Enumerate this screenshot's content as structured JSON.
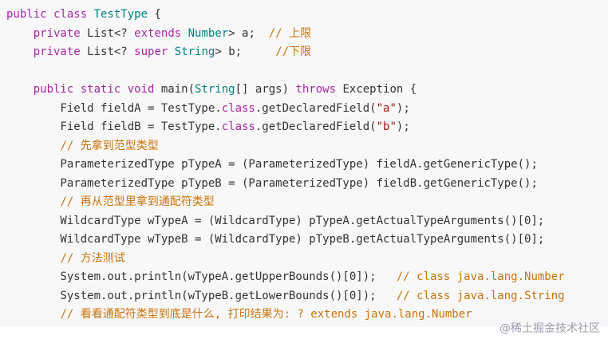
{
  "code_lines": [
    [
      {
        "t": "public class ",
        "c": "kw"
      },
      {
        "t": "TestType",
        "c": "ty"
      },
      {
        "t": " {",
        "c": ""
      }
    ],
    [
      {
        "t": "    ",
        "c": ""
      },
      {
        "t": "private",
        "c": "kw"
      },
      {
        "t": " List<? ",
        "c": ""
      },
      {
        "t": "extends",
        "c": "kw"
      },
      {
        "t": " ",
        "c": ""
      },
      {
        "t": "Number",
        "c": "ty"
      },
      {
        "t": "> a;  ",
        "c": ""
      },
      {
        "t": "// 上限",
        "c": "cm"
      }
    ],
    [
      {
        "t": "    ",
        "c": ""
      },
      {
        "t": "private",
        "c": "kw"
      },
      {
        "t": " List<? ",
        "c": ""
      },
      {
        "t": "super",
        "c": "kw"
      },
      {
        "t": " ",
        "c": ""
      },
      {
        "t": "String",
        "c": "ty"
      },
      {
        "t": "> b;     ",
        "c": ""
      },
      {
        "t": "//下限",
        "c": "cm"
      }
    ],
    [],
    [
      {
        "t": "    ",
        "c": ""
      },
      {
        "t": "public static void",
        "c": "kw"
      },
      {
        "t": " main(",
        "c": ""
      },
      {
        "t": "String",
        "c": "ty"
      },
      {
        "t": "[] args) ",
        "c": ""
      },
      {
        "t": "throws",
        "c": "kw"
      },
      {
        "t": " Exception {",
        "c": ""
      }
    ],
    [
      {
        "t": "        Field fieldA = TestType.",
        "c": ""
      },
      {
        "t": "class",
        "c": "kw"
      },
      {
        "t": ".getDeclaredField(",
        "c": ""
      },
      {
        "t": "\"a\"",
        "c": "st"
      },
      {
        "t": ");",
        "c": ""
      }
    ],
    [
      {
        "t": "        Field fieldB = TestType.",
        "c": ""
      },
      {
        "t": "class",
        "c": "kw"
      },
      {
        "t": ".getDeclaredField(",
        "c": ""
      },
      {
        "t": "\"b\"",
        "c": "st"
      },
      {
        "t": ");",
        "c": ""
      }
    ],
    [
      {
        "t": "        ",
        "c": ""
      },
      {
        "t": "// 先拿到范型类型",
        "c": "cm"
      }
    ],
    [
      {
        "t": "        ParameterizedType pTypeA = (ParameterizedType) fieldA.getGenericType();",
        "c": ""
      }
    ],
    [
      {
        "t": "        ParameterizedType pTypeB = (ParameterizedType) fieldB.getGenericType();",
        "c": ""
      }
    ],
    [
      {
        "t": "        ",
        "c": ""
      },
      {
        "t": "// 再从范型里拿到通配符类型",
        "c": "cm"
      }
    ],
    [
      {
        "t": "        WildcardType wTypeA = (WildcardType) pTypeA.getActualTypeArguments()[0];",
        "c": ""
      }
    ],
    [
      {
        "t": "        WildcardType wTypeB = (WildcardType) pTypeB.getActualTypeArguments()[0];",
        "c": ""
      }
    ],
    [
      {
        "t": "        ",
        "c": ""
      },
      {
        "t": "// 方法测试",
        "c": "cm"
      }
    ],
    [
      {
        "t": "        System.out.println(wTypeA.getUpperBounds()[0]);   ",
        "c": ""
      },
      {
        "t": "// class java.lang.Number",
        "c": "cm"
      }
    ],
    [
      {
        "t": "        System.out.println(wTypeB.getLowerBounds()[0]);   ",
        "c": ""
      },
      {
        "t": "// class java.lang.String",
        "c": "cm"
      }
    ],
    [
      {
        "t": "        ",
        "c": ""
      },
      {
        "t": "// 看看通配符类型到底是什么, 打印结果为: ? extends java.lang.Number",
        "c": "cm"
      }
    ]
  ],
  "watermark": "@稀土掘金技术社区",
  "colors": {
    "keyword": "#a626a4",
    "type": "#008080",
    "string": "#a31515",
    "comment": "#c9730a",
    "text": "#333333",
    "background": "#f8f8f8"
  }
}
